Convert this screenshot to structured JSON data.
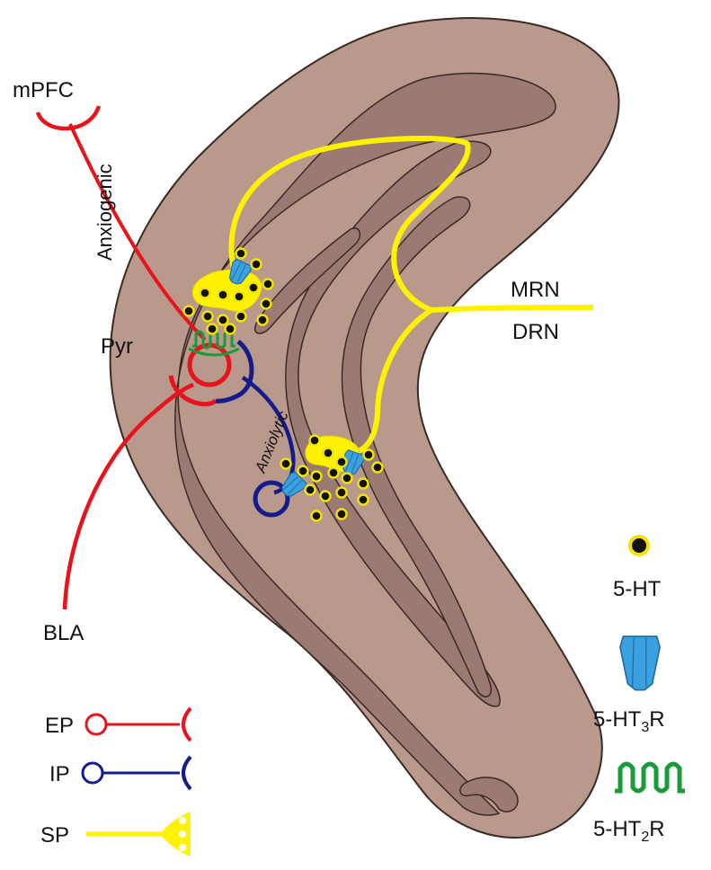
{
  "labels": {
    "mpfc": "mPFC",
    "anxiogenic": "Anxiogenic",
    "pyr": "Pyr",
    "anxiolytic": "Anxiolytic",
    "mrn": "MRN",
    "drn": "DRN",
    "bla": "BLA"
  },
  "legend": {
    "ep": "EP",
    "ip": "IP",
    "sp": "SP",
    "serotonin": "5-HT",
    "ht3r_prefix": "5-HT",
    "ht3r_sub": "3",
    "ht3r_suffix": "R",
    "ht2r_prefix": "5-HT",
    "ht2r_sub": "2",
    "ht2r_suffix": "R"
  },
  "colors": {
    "background": "#ffffff",
    "tissue_outer": "#b8998c",
    "tissue_inner": "#9a7a72",
    "excitatory": "#e8141c",
    "inhibitory": "#141c8c",
    "serotonergic": "#fff200",
    "serotonin_dot": "#111111",
    "ht3_receptor": "#3aa0e0",
    "ht2_receptor": "#1a9a3a"
  },
  "icons": [
    "serotonin-vesicle-icon",
    "ht3-receptor-icon",
    "ht2-receptor-icon"
  ]
}
